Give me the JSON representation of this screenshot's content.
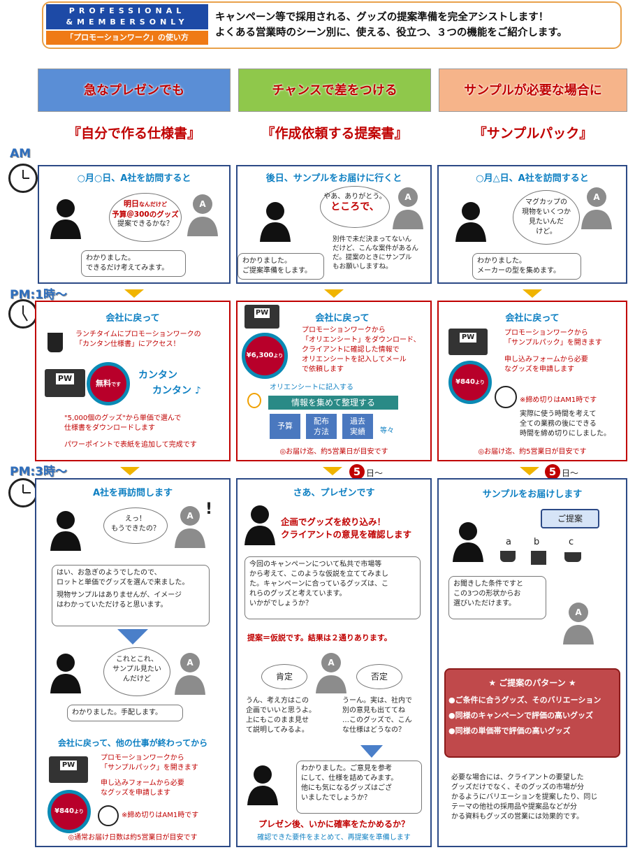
{
  "header": {
    "logo_line1": "PROFESSIONAL",
    "logo_line2": "&MEMBERSONLY",
    "logo_sub": "「プロモーションワーク」の使い方",
    "intro1": "キャンペーン等で採用される、グッズの提案準備を完全アシストします！",
    "intro2": "よくある営業時のシーン別に、使える、役立つ、３つの機能をご紹介します。"
  },
  "columns": [
    {
      "header": "急なプレゼンでも",
      "title": "『自分で作る仕様書』"
    },
    {
      "header": "チャンスで差をつける",
      "title": "『作成依頼する提案書』"
    },
    {
      "header": "サンプルが必要な場合に",
      "title": "『サンプルパック』"
    }
  ],
  "times": {
    "am": "AM",
    "pm1": "PM:1時～",
    "pm3": "PM:3時～"
  },
  "am": {
    "c1": {
      "title": "○月○日、A社を訪問すると",
      "q1": "明日",
      "q1b": "なんだけど",
      "q2": "予算＠300のグッズ",
      "q3": "提案できるかな？",
      "reply": "わかりました。\nできるだけ考えてみます。"
    },
    "c2": {
      "title": "後日、サンプルをお届けに行くと",
      "q1": "やあ、ありがとう。",
      "q2": "ところで、",
      "note": "別件で未だ決まってないん\nだけど、こんな案件があるん\nだ。提案のときにサンプル\nもお願いしますね。",
      "reply": "わかりました。\nご提案準備をします。"
    },
    "c3": {
      "title": "○月△日、A社を訪問すると",
      "q1": "マグカップの\n現物をいくつか\n見たいんだ\nけど。",
      "reply": "わかりました。\nメーカーの型を集めます。"
    }
  },
  "pm1": {
    "c1": {
      "title": "会社に戻って",
      "t1": "ランチタイムにプロモーションワークの\n「カンタン仕様書」にアクセス！",
      "free": "無料",
      "free_suffix": "です",
      "kantan1": "カンタン",
      "kantan2": "カンタン ♪",
      "t2": "\"5,000個のグッズ\"から単価で選んで\n仕様書をダウンロードします",
      "t3": "パワーポイントで表紙を追加して完成です"
    },
    "c2": {
      "title": "会社に戻って",
      "price": "¥6,300",
      "price_suffix": "より",
      "t1": "プロモーションワークから\n「オリエンシート」をダウンロード、\nクライアントに確認した情報で\nオリエンシートを記入してメール\nで依頼します",
      "orient": "オリエンシートに記入する",
      "banner": "情報を集めて整理する",
      "k1": "予算",
      "k2": "配布\n方法",
      "k3": "過去\n実績",
      "etc": "等々",
      "foot": "◎お届け迄、約5営業日が目安です"
    },
    "c3": {
      "title": "会社に戻って",
      "price": "¥840",
      "price_suffix": "より",
      "t1": "プロモーションワークから\n「サンプルパック」を開きます",
      "t2": "申し込みフォームから必要\nなグッズを申請します",
      "t3": "※締め切りはAM1時です",
      "t4": "実際に使う時間を考えて\n全ての業務の後にできる\n時間を締め切りにしました。",
      "foot": "◎お届け迄、約5営業日が目安です"
    }
  },
  "days": {
    "num": "5",
    "suffix": "日～"
  },
  "pm3": {
    "c1": {
      "title": "A社を再訪問します",
      "q1": "えっ！\nもうできたの？",
      "r1": "はい、お急ぎのようでしたので、\nロットと単価でグッズを選んで来ました。",
      "r2": "現物サンプルはありませんが、イメージ\nはわかっていただけると思います。",
      "q2": "これとこれ、\nサンプル見たい\nんだけど",
      "r3": "わかりました。手配します。",
      "sub": "会社に戻って、他の仕事が終わってから",
      "t1": "プロモーションワークから\n「サンプルパック」を開きます",
      "t2": "申し込みフォームから必要\nなグッズを申請します",
      "price": "¥840",
      "price_suffix": "より",
      "t3": "※締め切りはAM1時です",
      "foot": "◎通常お届け日数は約5営業日が目安です"
    },
    "c2": {
      "title": "さあ、プレゼンです",
      "lead": "企画でグッズを絞り込み！\nクライアントの意見を確認します",
      "talk": "今回のキャンペーンについて私共で市場等\nから考えて、このような仮説を立ててみまし\nた。キャンペーンに合っているグッズは、こ\nれらのグッズと考えています。\nいかがでしょうか？",
      "hyp": "提案＝仮説です。結果は２通りあります。",
      "yes": "肯定",
      "no": "否定",
      "yes_t": "うん、考え方はこの\n企画でいいと思うよ。\n上にもこのまま見せ\nて説明してみるよ。",
      "no_t": "うーん。実は、社内で\n別の意見も出ててね\n…このグッズで、こん\nな仕様はどうなの？",
      "r1": "わかりました。ご意見を参考\nにして、仕様を詰めてみます。\n他にも気になるグッズはござ\nいましたでしょうか？",
      "after": "プレゼン後、いかに確率をたかめるか？",
      "foot": "確認できた要件をまとめて、再提案を準備します"
    },
    "c3": {
      "title": "サンプルをお届けします",
      "proposal": "ご提案",
      "a": "a",
      "b": "b",
      "c": "c",
      "t1": "お聞きした条件ですと\nこの3つの形状からお\n選びいただけます。",
      "pat_title": "★ ご提案のパターン ★",
      "p1": "●ご条件に合うグッズ、そのバリエーション",
      "p2": "●同様のキャンペーンで評価の高いグッズ",
      "p3": "●同様の単価帯で評価の高いグッズ",
      "t2": "必要な場合には、クライアントの要望した\nグッズだけでなく、そのグッズの市場が分\nかるようにバリエーションを提案したり、同じ\nテーマの他社の採用品や提案品などが分\nかる資料もグッズの営業には効果的です。"
    }
  },
  "labels": {
    "a": "A",
    "pw": "PW",
    "excl": "!"
  }
}
